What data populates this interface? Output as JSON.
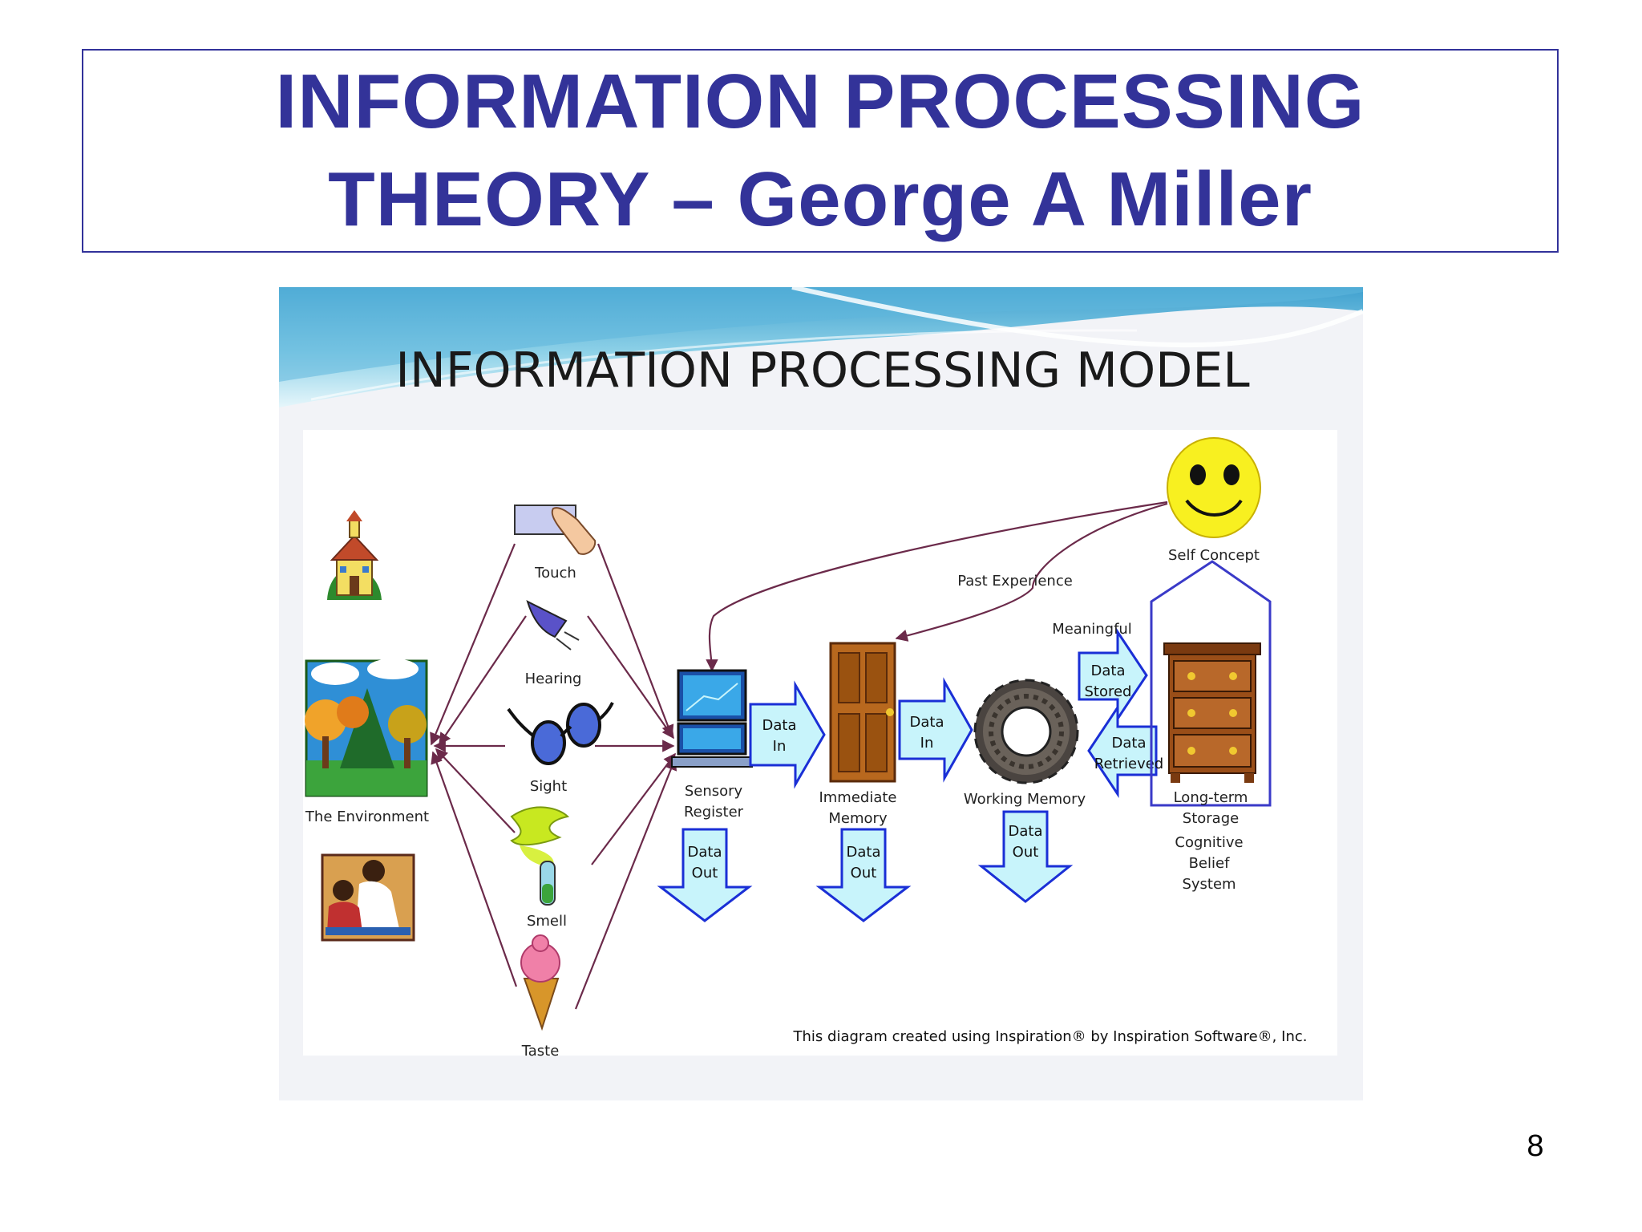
{
  "slide": {
    "title_line1": "INFORMATION PROCESSING",
    "title_line2": "THEORY – George A Miller",
    "page_number": "8"
  },
  "diagram": {
    "title": "INFORMATION PROCESSING MODEL",
    "nodes": {
      "environment": "The Environment",
      "touch": "Touch",
      "hearing": "Hearing",
      "sight": "Sight",
      "smell": "Smell",
      "taste": "Taste",
      "sensory_register_l1": "Sensory",
      "sensory_register_l2": "Register",
      "immediate_memory_l1": "Immediate",
      "immediate_memory_l2": "Memory",
      "working_memory": "Working Memory",
      "self_concept": "Self Concept",
      "long_term_l1": "Long-term",
      "long_term_l2": "Storage",
      "belief_l1": "Cognitive",
      "belief_l2": "Belief",
      "belief_l3": "System"
    },
    "labels": {
      "past_experience": "Past Experience",
      "meaningful": "Meaningful",
      "data": "Data",
      "in": "In",
      "out": "Out",
      "stored": "Stored",
      "retrieved": "Retrieved"
    },
    "credit": "This diagram created using Inspiration® by Inspiration Software®, Inc.",
    "colors": {
      "arrow_fill": "#c8f4fb",
      "arrow_stroke": "#1a2fd6",
      "link_line": "#6b2a4a",
      "title_blue": "#333399"
    }
  }
}
